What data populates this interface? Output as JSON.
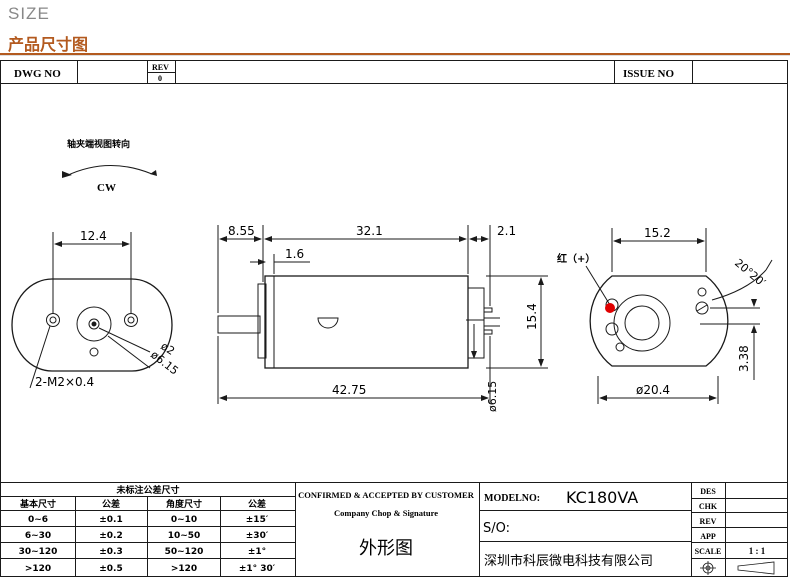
{
  "header": {
    "size_label": "SIZE",
    "title": "产品尺寸图"
  },
  "title_block_top": {
    "dwg_label": "DWG  NO",
    "rev_label": "REV",
    "rev_value": "0",
    "issue_label": "ISSUE  NO"
  },
  "notes": {
    "rotation_caption": "轴夹端视图转向",
    "rotation_dir": "CW"
  },
  "dims": {
    "front_width": "12.4",
    "shaft_dia": "ø2",
    "flange_dia": "ø6.15",
    "screw_holes": "2-M2×0.4",
    "shaft_ext": "8.55",
    "body_len": "32.1",
    "term_len": "2.1",
    "shoulder": "1.6",
    "total_len": "42.75",
    "height": "15.4",
    "shaft_side_dia": "ø6.15",
    "back_width": "15.2",
    "angle": "20°20′",
    "offset": "3.38",
    "back_dia": "ø20.4",
    "terminal_note": "红（+）"
  },
  "colors": {
    "line": "#1a1a1a",
    "positive_terminal": "#e00000",
    "accent": "#b35a1f"
  },
  "tolerance_table": {
    "caption": "未标注公差尺寸",
    "headers": [
      "基本尺寸",
      "公差",
      "角度尺寸",
      "公差"
    ],
    "rows": [
      [
        "0~6",
        "±0.1",
        "0~10",
        "±15′"
      ],
      [
        "6~30",
        "±0.2",
        "10~50",
        "±30′"
      ],
      [
        "30~120",
        "±0.3",
        "50~120",
        "±1°"
      ],
      [
        ">120",
        "±0.5",
        ">120",
        "±1° 30′"
      ]
    ]
  },
  "confirm_block": {
    "line1": "CONFIRMED & ACCEPTED BY CUSTOMER",
    "line2": "Company Chop & Signature",
    "drawing_name": "外形图"
  },
  "model_block": {
    "model_label": "MODELNO:",
    "model_value": "KC180VA",
    "so_label": "S/O:",
    "company": "深圳市科辰微电科技有限公司"
  },
  "approval_block": {
    "des": "DES",
    "chk": "CHK",
    "rev": "REV",
    "app": "APP",
    "scale_label": "SCALE",
    "scale_value": "1 : 1"
  }
}
